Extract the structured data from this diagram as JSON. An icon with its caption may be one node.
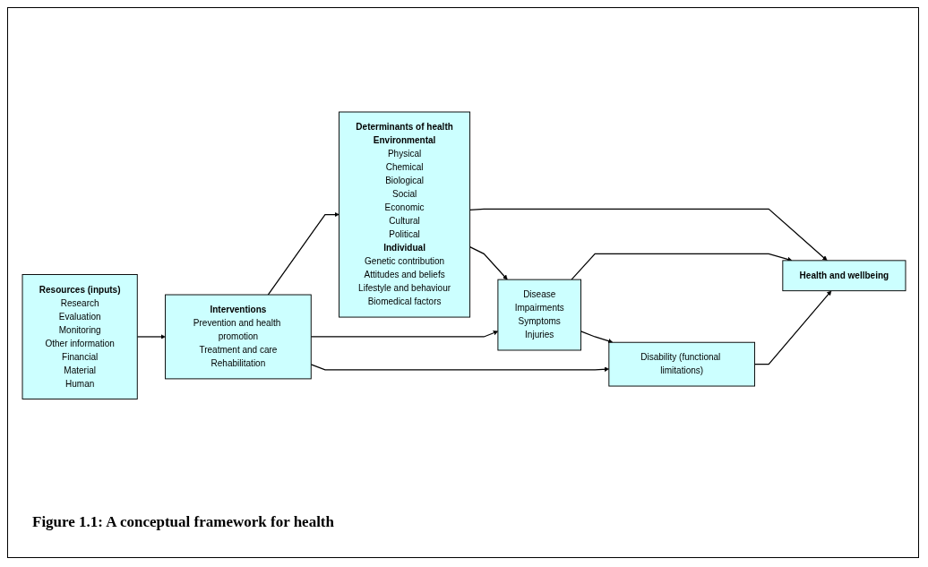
{
  "diagram": {
    "caption": "Figure 1.1: A conceptual framework for health",
    "nodes": [
      {
        "text": [
          "Determinants of health",
          "Environmental",
          "Physical",
          "Chemical",
          "Biological",
          "Social",
          "Economic",
          "Cultural",
          "Political",
          "Individual",
          "Genetic contribution",
          "Attitudes and beliefs",
          "Lifestyle and behaviour",
          "Biomedical factors"
        ]
      },
      {
        "text": [
          "Health and wellbeing"
        ]
      },
      {
        "text": [
          "Resources (inputs)",
          "Research",
          "Evaluation",
          "Monitoring",
          "Other information",
          "Financial",
          "Material",
          "Human"
        ]
      },
      {
        "text": [
          "Disease",
          "Impairments",
          "Symptoms",
          "Injuries"
        ]
      },
      {
        "text": [
          "Disability (functional limitations)"
        ]
      },
      {
        "text": [
          "Interventions",
          "Prevention and health promotion",
          "Treatment and care",
          "Rehabilitation"
        ]
      }
    ],
    "edges": [
      {
        "from": 0,
        "to": 1,
        "arrow": "to"
      },
      {
        "from": 0,
        "to": 3,
        "arrow": "to"
      },
      {
        "from": 3,
        "to": 1,
        "arrow": "to"
      },
      {
        "from": 4,
        "to": 1,
        "arrow": "to"
      },
      {
        "from": 3,
        "to": 4,
        "arrow": "to"
      },
      {
        "from": 5,
        "to": 3,
        "arrow": "to"
      },
      {
        "from": 5,
        "to": 4,
        "arrow": "to"
      },
      {
        "from": 5,
        "to": 0,
        "arrow": "to"
      },
      {
        "from": 2,
        "to": 5,
        "arrow": "to"
      }
    ]
  }
}
